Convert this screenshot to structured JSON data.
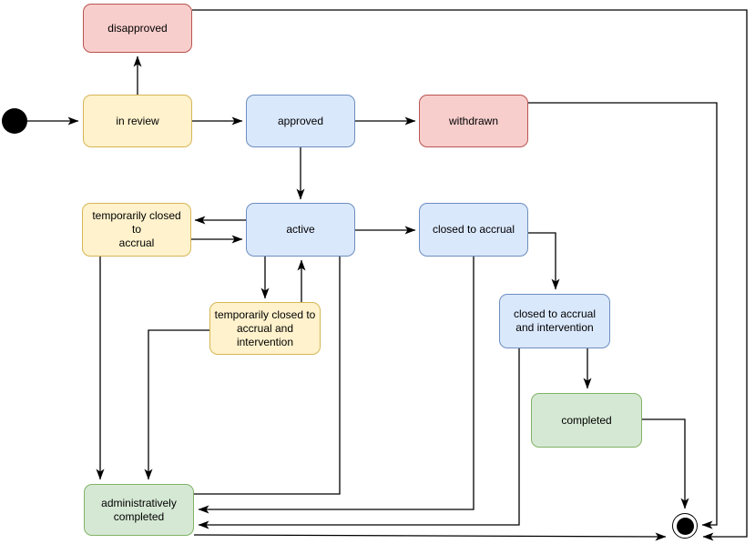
{
  "diagram": {
    "type": "state-machine",
    "palette": {
      "yellow_fill": "#FFF2CC",
      "yellow_stroke": "#D6B656",
      "blue_fill": "#DAE8FC",
      "blue_stroke": "#6C8EBF",
      "red_fill": "#F8CECC",
      "red_stroke": "#B85450",
      "green_fill": "#D5E8D4",
      "green_stroke": "#82B366",
      "edge_color": "#000000",
      "text_color": "#000000"
    },
    "states": {
      "start": {
        "kind": "initial"
      },
      "disapproved": {
        "label": "disapproved",
        "color": "red"
      },
      "in_review": {
        "label": "in review",
        "color": "yellow"
      },
      "approved": {
        "label": "approved",
        "color": "blue"
      },
      "withdrawn": {
        "label": "withdrawn",
        "color": "red"
      },
      "tca": {
        "label": "temporarily closed to\naccrual",
        "color": "yellow"
      },
      "active": {
        "label": "active",
        "color": "blue"
      },
      "cta": {
        "label": "closed to accrual",
        "color": "blue"
      },
      "tcai": {
        "label": "temporarily closed to\naccrual and\nintervention",
        "color": "yellow"
      },
      "ctai": {
        "label": "closed to accrual\nand intervention",
        "color": "blue"
      },
      "completed": {
        "label": "completed",
        "color": "green"
      },
      "admin_completed": {
        "label": "administratively\ncompleted",
        "color": "green"
      },
      "end": {
        "kind": "final"
      }
    },
    "transitions": [
      {
        "from": "start",
        "to": "in review"
      },
      {
        "from": "in review",
        "to": "disapproved"
      },
      {
        "from": "in review",
        "to": "approved"
      },
      {
        "from": "approved",
        "to": "withdrawn"
      },
      {
        "from": "approved",
        "to": "active"
      },
      {
        "from": "active",
        "to": "temporarily closed to accrual"
      },
      {
        "from": "temporarily closed to accrual",
        "to": "active"
      },
      {
        "from": "active",
        "to": "closed to accrual"
      },
      {
        "from": "active",
        "to": "temporarily closed to accrual and intervention"
      },
      {
        "from": "temporarily closed to accrual and intervention",
        "to": "active"
      },
      {
        "from": "active",
        "to": "administratively completed"
      },
      {
        "from": "temporarily closed to accrual",
        "to": "administratively completed"
      },
      {
        "from": "temporarily closed to accrual and intervention",
        "to": "administratively completed"
      },
      {
        "from": "closed to accrual",
        "to": "closed to accrual and intervention"
      },
      {
        "from": "closed to accrual",
        "to": "administratively completed"
      },
      {
        "from": "closed to accrual and intervention",
        "to": "administratively completed"
      },
      {
        "from": "closed to accrual and intervention",
        "to": "completed"
      },
      {
        "from": "completed",
        "to": "end"
      },
      {
        "from": "withdrawn",
        "to": "end"
      },
      {
        "from": "disapproved",
        "to": "end"
      },
      {
        "from": "administratively completed",
        "to": "end"
      }
    ]
  }
}
